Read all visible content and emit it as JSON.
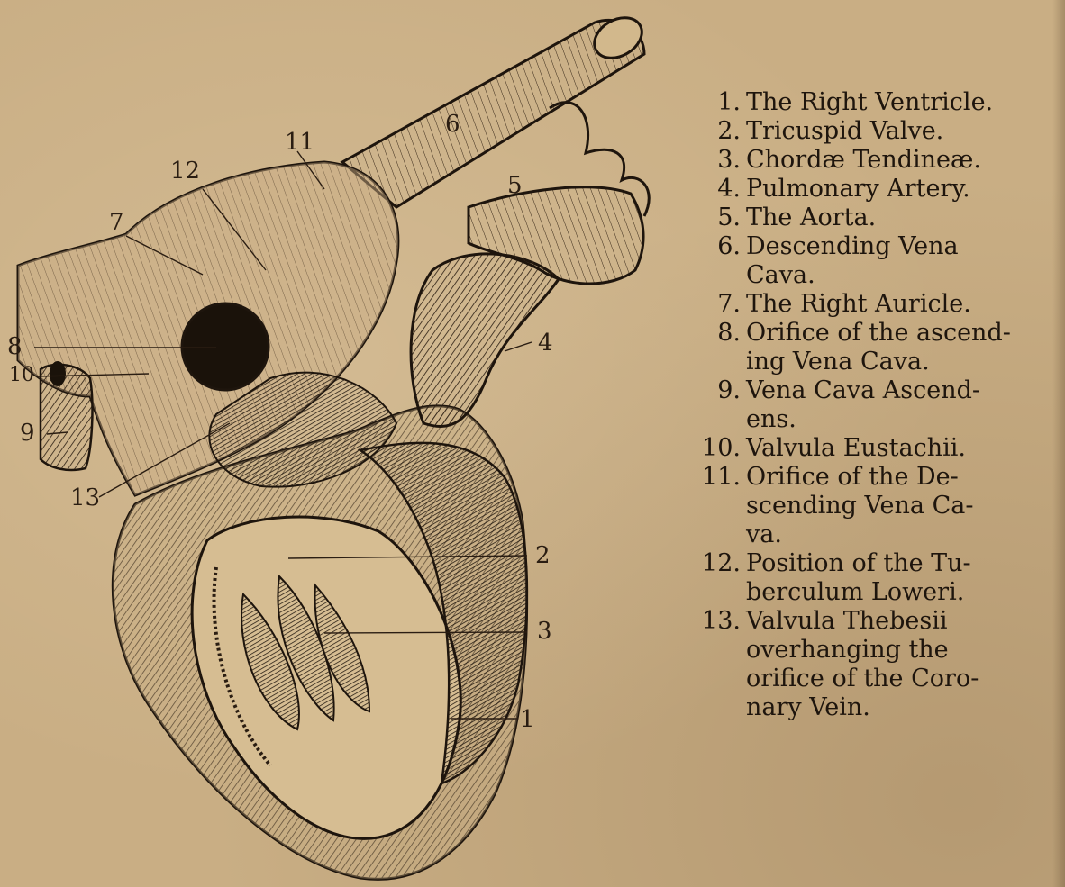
{
  "figure": {
    "callouts": [
      "1",
      "2",
      "3",
      "4",
      "5",
      "6",
      "7",
      "8",
      "9",
      "10",
      "11",
      "12",
      "13"
    ]
  },
  "legend": [
    {
      "num": "1.",
      "text": "The Right Ventricle."
    },
    {
      "num": "2.",
      "text": "Tricuspid Valve."
    },
    {
      "num": "3.",
      "text": "Chordæ Tendineæ."
    },
    {
      "num": "4.",
      "text": "Pulmonary Artery."
    },
    {
      "num": "5.",
      "text": "The Aorta."
    },
    {
      "num": "6.",
      "text": "Descending Vena\nCava."
    },
    {
      "num": "7.",
      "text": "The Right Auricle."
    },
    {
      "num": "8.",
      "text": "Orifice of the ascend-\ning Vena Cava."
    },
    {
      "num": "9.",
      "text": "Vena Cava Ascend-\nens."
    },
    {
      "num": "10.",
      "text": "Valvula Eustachii."
    },
    {
      "num": "11.",
      "text": "Orifice of the De-\nscending Vena Ca-\nva."
    },
    {
      "num": "12.",
      "text": "Position of the Tu-\nberculum Loweri."
    },
    {
      "num": "13.",
      "text": "Valvula Thebesii\noverhanging the\norifice of the Coro-\nnary Vein."
    }
  ],
  "colors": {
    "paper": "#c9ae84",
    "ink": "#1e150d"
  }
}
